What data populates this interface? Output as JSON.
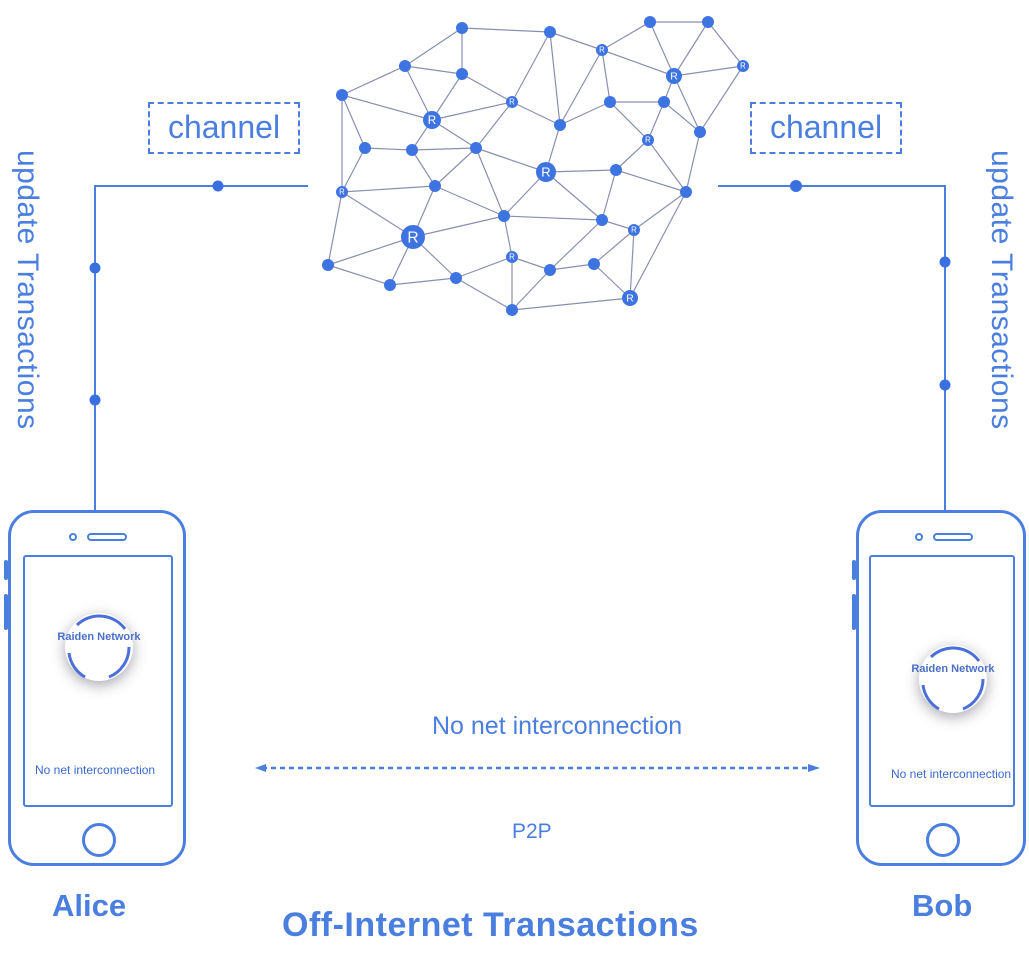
{
  "colors": {
    "accent": "#4a7fe0",
    "line": "#4a7fe0",
    "mesh_edge": "#8a8fb0",
    "background": "#ffffff"
  },
  "network": {
    "node_label": "R"
  },
  "left": {
    "channel_label": "channel",
    "update_label": "update Transactions",
    "user_name": "Alice",
    "logo_text": "Raiden Network",
    "screen_note": "No net interconnection"
  },
  "right": {
    "channel_label": "channel",
    "update_label": "update Transactions",
    "user_name": "Bob",
    "logo_text": "Raiden Network",
    "screen_note": "No net interconnection"
  },
  "middle": {
    "connection_text": "No net interconnection",
    "p2p_label": "P2P"
  },
  "title": "Off-Internet Transactions"
}
